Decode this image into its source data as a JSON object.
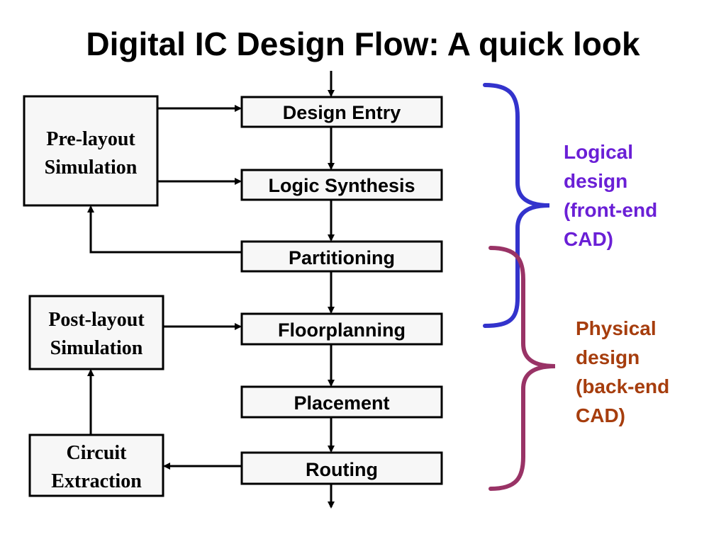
{
  "title": "Digital IC Design Flow: A quick look",
  "flow_steps": [
    "Design Entry",
    "Logic Synthesis",
    "Partitioning",
    "Floorplanning",
    "Placement",
    "Routing"
  ],
  "side_boxes": {
    "pre_layout": {
      "line1": "Pre-layout",
      "line2": "Simulation"
    },
    "post_layout": {
      "line1": "Post-layout",
      "line2": "Simulation"
    },
    "extraction": {
      "line1": "Circuit",
      "line2": "Extraction"
    }
  },
  "brackets": {
    "logical": {
      "lines": [
        "Logical",
        "design",
        "(front-end",
        "CAD)"
      ],
      "color": "#3333cc",
      "text_color": "#6a1fd6"
    },
    "physical": {
      "lines": [
        "Physical",
        "design",
        "(back-end",
        "CAD)"
      ],
      "color": "#993366",
      "text_color": "#a63d0d"
    }
  }
}
